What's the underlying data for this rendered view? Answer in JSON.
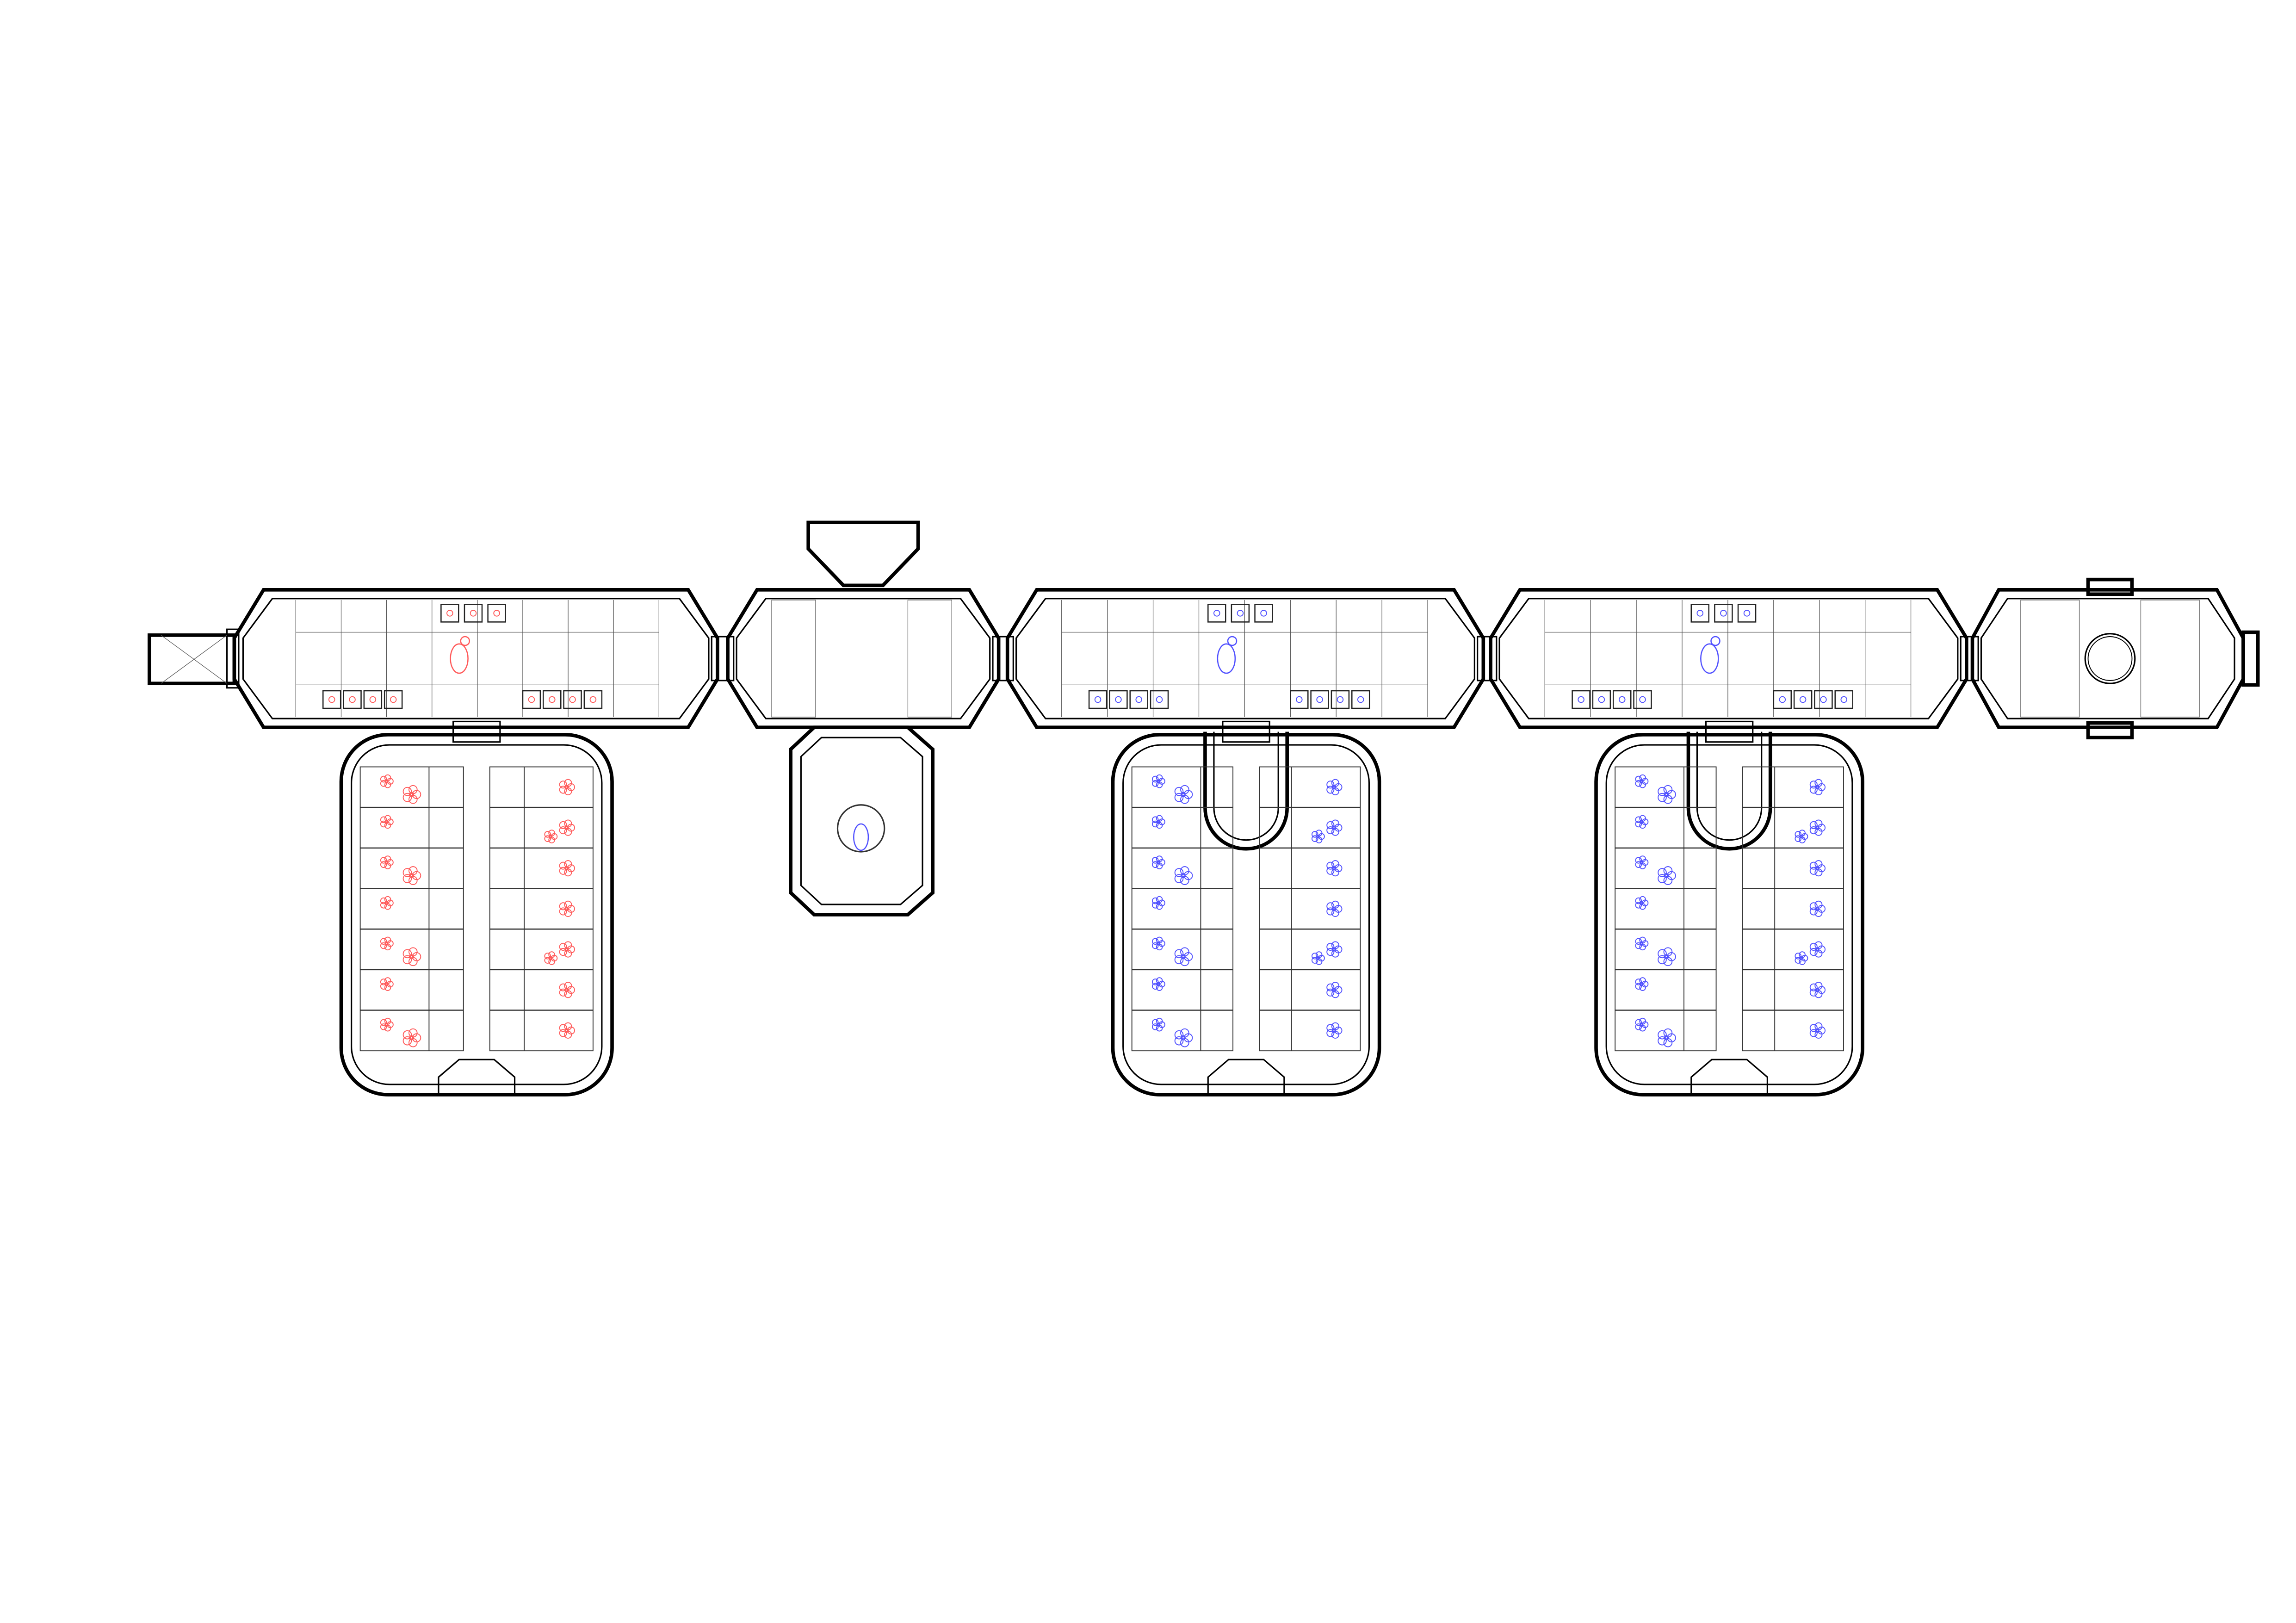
{
  "drawing": {
    "type": "floor plan",
    "background": "#ffffff",
    "line_color": "#000000"
  },
  "colors": {
    "crew_group_a": "#ff5a5a",
    "crew_group_b": "#5050ff"
  },
  "modules": [
    {
      "kind": "habitat",
      "accent": "crew_group_a",
      "airlock": true
    },
    {
      "kind": "node",
      "accent": "crew_group_b"
    },
    {
      "kind": "habitat",
      "accent": "crew_group_b"
    },
    {
      "kind": "habitat",
      "accent": "crew_group_b"
    },
    {
      "kind": "docking",
      "accent": "none"
    }
  ],
  "greenhouses": [
    {
      "accent": "crew_group_a",
      "rows": 7
    },
    {
      "accent": "crew_group_b",
      "rows": 7
    },
    {
      "accent": "crew_group_b",
      "rows": 7
    }
  ]
}
